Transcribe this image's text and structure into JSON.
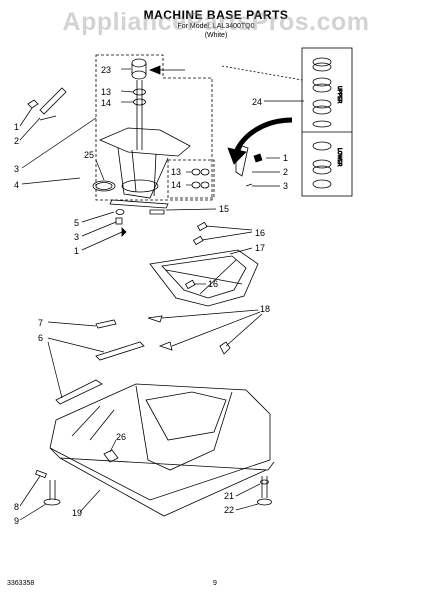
{
  "header": {
    "title": "MACHINE BASE PARTS",
    "subtitle": "For Model: LAL3400TQ0",
    "variant": "(White)",
    "watermark": "AppliancePartsPros.com"
  },
  "footer": {
    "doc_number": "3363358",
    "page_number": "9"
  },
  "inset": {
    "upper_label": "UPPER",
    "lower_label": "LOWER"
  },
  "callouts": [
    {
      "id": "c23",
      "text": "23"
    },
    {
      "id": "c13a",
      "text": "13"
    },
    {
      "id": "c14a",
      "text": "14"
    },
    {
      "id": "c1a",
      "text": "1"
    },
    {
      "id": "c2a",
      "text": "2"
    },
    {
      "id": "c3a",
      "text": "3"
    },
    {
      "id": "c4",
      "text": "4"
    },
    {
      "id": "c25",
      "text": "25"
    },
    {
      "id": "c13b",
      "text": "13"
    },
    {
      "id": "c14b",
      "text": "14"
    },
    {
      "id": "c24",
      "text": "24"
    },
    {
      "id": "c1b",
      "text": "1"
    },
    {
      "id": "c2b",
      "text": "2"
    },
    {
      "id": "c3b",
      "text": "3"
    },
    {
      "id": "c5",
      "text": "5"
    },
    {
      "id": "c3c",
      "text": "3"
    },
    {
      "id": "c1c",
      "text": "1"
    },
    {
      "id": "c15",
      "text": "15"
    },
    {
      "id": "c16a",
      "text": "16"
    },
    {
      "id": "c17",
      "text": "17"
    },
    {
      "id": "c16b",
      "text": "16"
    },
    {
      "id": "c18",
      "text": "18"
    },
    {
      "id": "c7",
      "text": "7"
    },
    {
      "id": "c6",
      "text": "6"
    },
    {
      "id": "c26",
      "text": "26"
    },
    {
      "id": "c8",
      "text": "8"
    },
    {
      "id": "c9",
      "text": "9"
    },
    {
      "id": "c19",
      "text": "19"
    },
    {
      "id": "c21",
      "text": "21"
    },
    {
      "id": "c22",
      "text": "22"
    }
  ]
}
